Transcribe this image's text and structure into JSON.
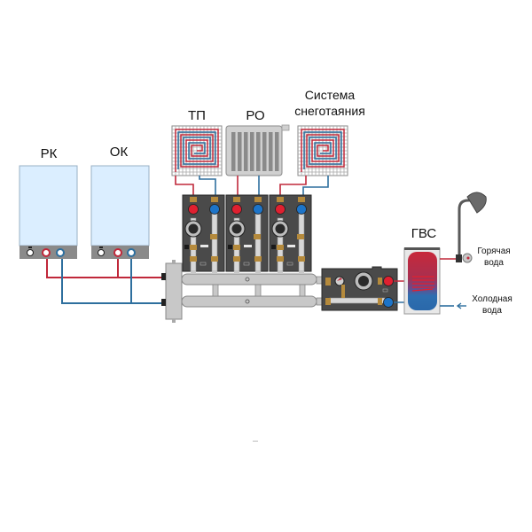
{
  "labels": {
    "boiler_1": "РК",
    "boiler_2": "ОК",
    "circuit_floor": "ТП",
    "circuit_radiator": "РО",
    "circuit_snow_line1": "Система",
    "circuit_snow_line2": "снеготаяния",
    "dhw": "ГВС",
    "hot_water_line1": "Горячая",
    "hot_water_line2": "вода",
    "cold_water_line1": "Холодная",
    "cold_water_line2": "вода"
  },
  "colors": {
    "hot": "#c0283a",
    "cold": "#2e6f9e",
    "boiler_body": "#dbeeff",
    "boiler_panel": "#8a8a8a",
    "module_body": "#4a4a4a",
    "manifold": "#c8c8c8",
    "radiator": "#d0d0d0"
  }
}
